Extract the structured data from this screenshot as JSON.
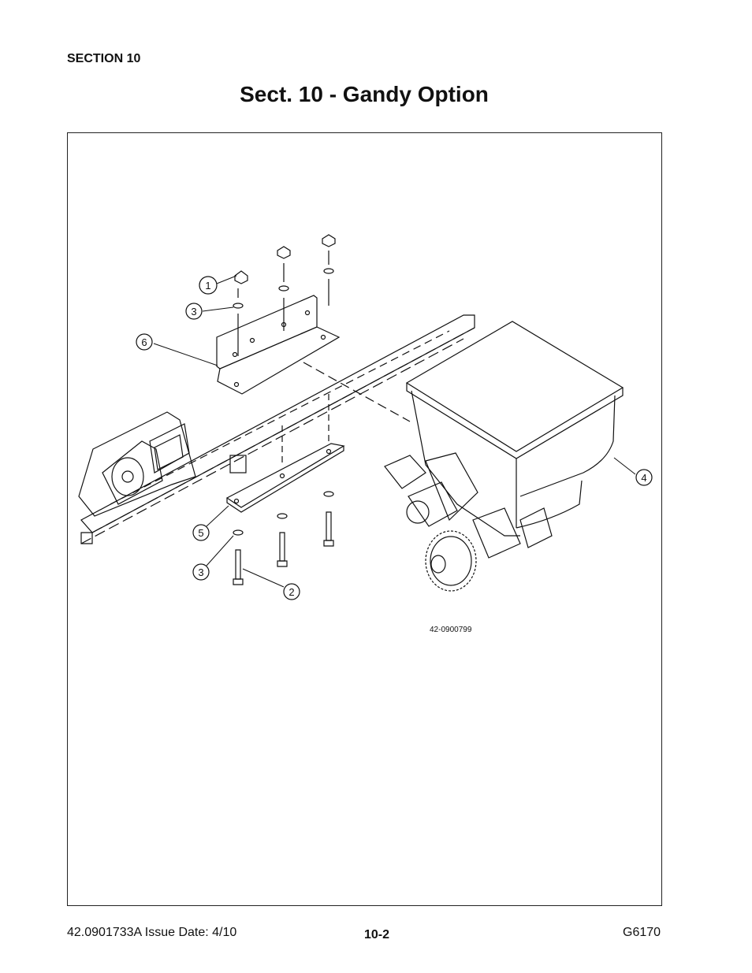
{
  "header": {
    "section": "SECTION 10",
    "title": "Sect. 10 - Gandy Option"
  },
  "diagram": {
    "drawing_number": "42-0900799",
    "callouts": [
      "1",
      "2",
      "3",
      "3",
      "4",
      "5",
      "6"
    ]
  },
  "footer": {
    "doc_issue": "42.0901733A  Issue Date: 4/10",
    "page": "10-2",
    "model": "G6170"
  }
}
